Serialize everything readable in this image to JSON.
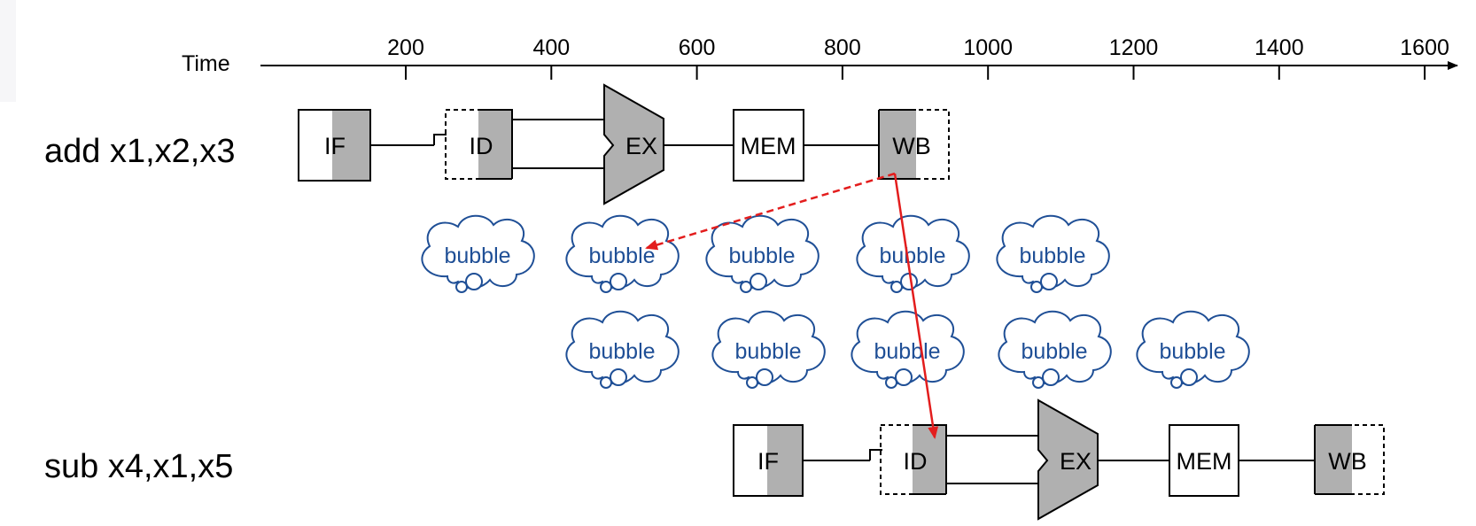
{
  "timeline": {
    "label": "Time",
    "ticks": [
      "200",
      "400",
      "600",
      "800",
      "1000",
      "1200",
      "1400",
      "1600"
    ]
  },
  "instructions": [
    {
      "label": "add x1,x2,x3",
      "stages": [
        "IF",
        "ID",
        "EX",
        "MEM",
        "WB"
      ]
    },
    {
      "label": "sub x4,x1,x5",
      "stages": [
        "IF",
        "ID",
        "EX",
        "MEM",
        "WB"
      ]
    }
  ],
  "bubble_label": "bubble",
  "colors": {
    "stage_shade": "#b0b0b0",
    "bubble": "#1f4f96",
    "forward_arrow": "#e31d1d",
    "line": "#000000"
  }
}
